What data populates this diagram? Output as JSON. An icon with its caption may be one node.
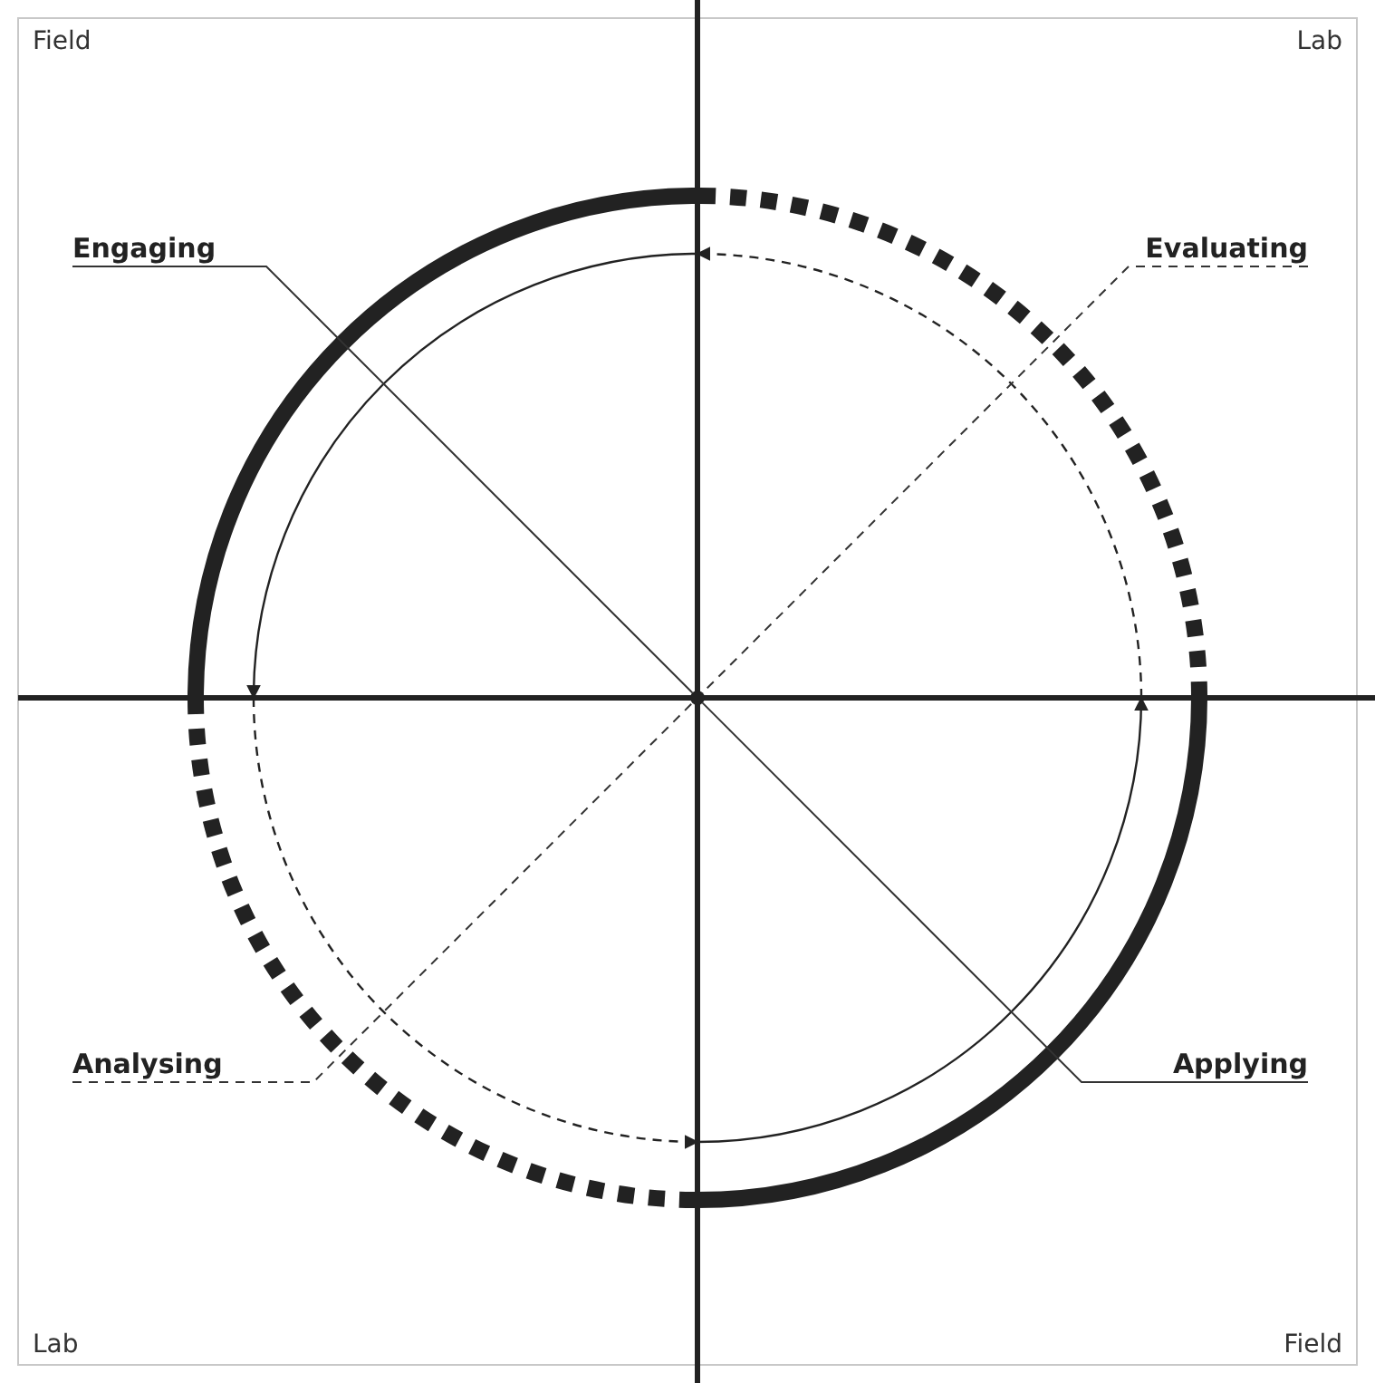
{
  "diagram": {
    "nodes": [
      {
        "text": [
          "Engaging"
        ]
      },
      {
        "text": [
          "Evaluating"
        ]
      },
      {
        "text": [
          "Analysing"
        ]
      },
      {
        "text": [
          "Applying"
        ]
      },
      {
        "text": [],
        "shape": "circle"
      }
    ],
    "edges": [
      {
        "from": 0,
        "to": 4,
        "arrow": "none"
      },
      {
        "from": 1,
        "to": 4,
        "arrow": "none",
        "style": "dashed"
      },
      {
        "from": 2,
        "to": 4,
        "arrow": "none",
        "style": "dashed"
      },
      {
        "from": 3,
        "to": 4,
        "arrow": "none"
      }
    ],
    "labels": [
      "Field",
      "Lab",
      "Lab",
      "Field"
    ]
  }
}
